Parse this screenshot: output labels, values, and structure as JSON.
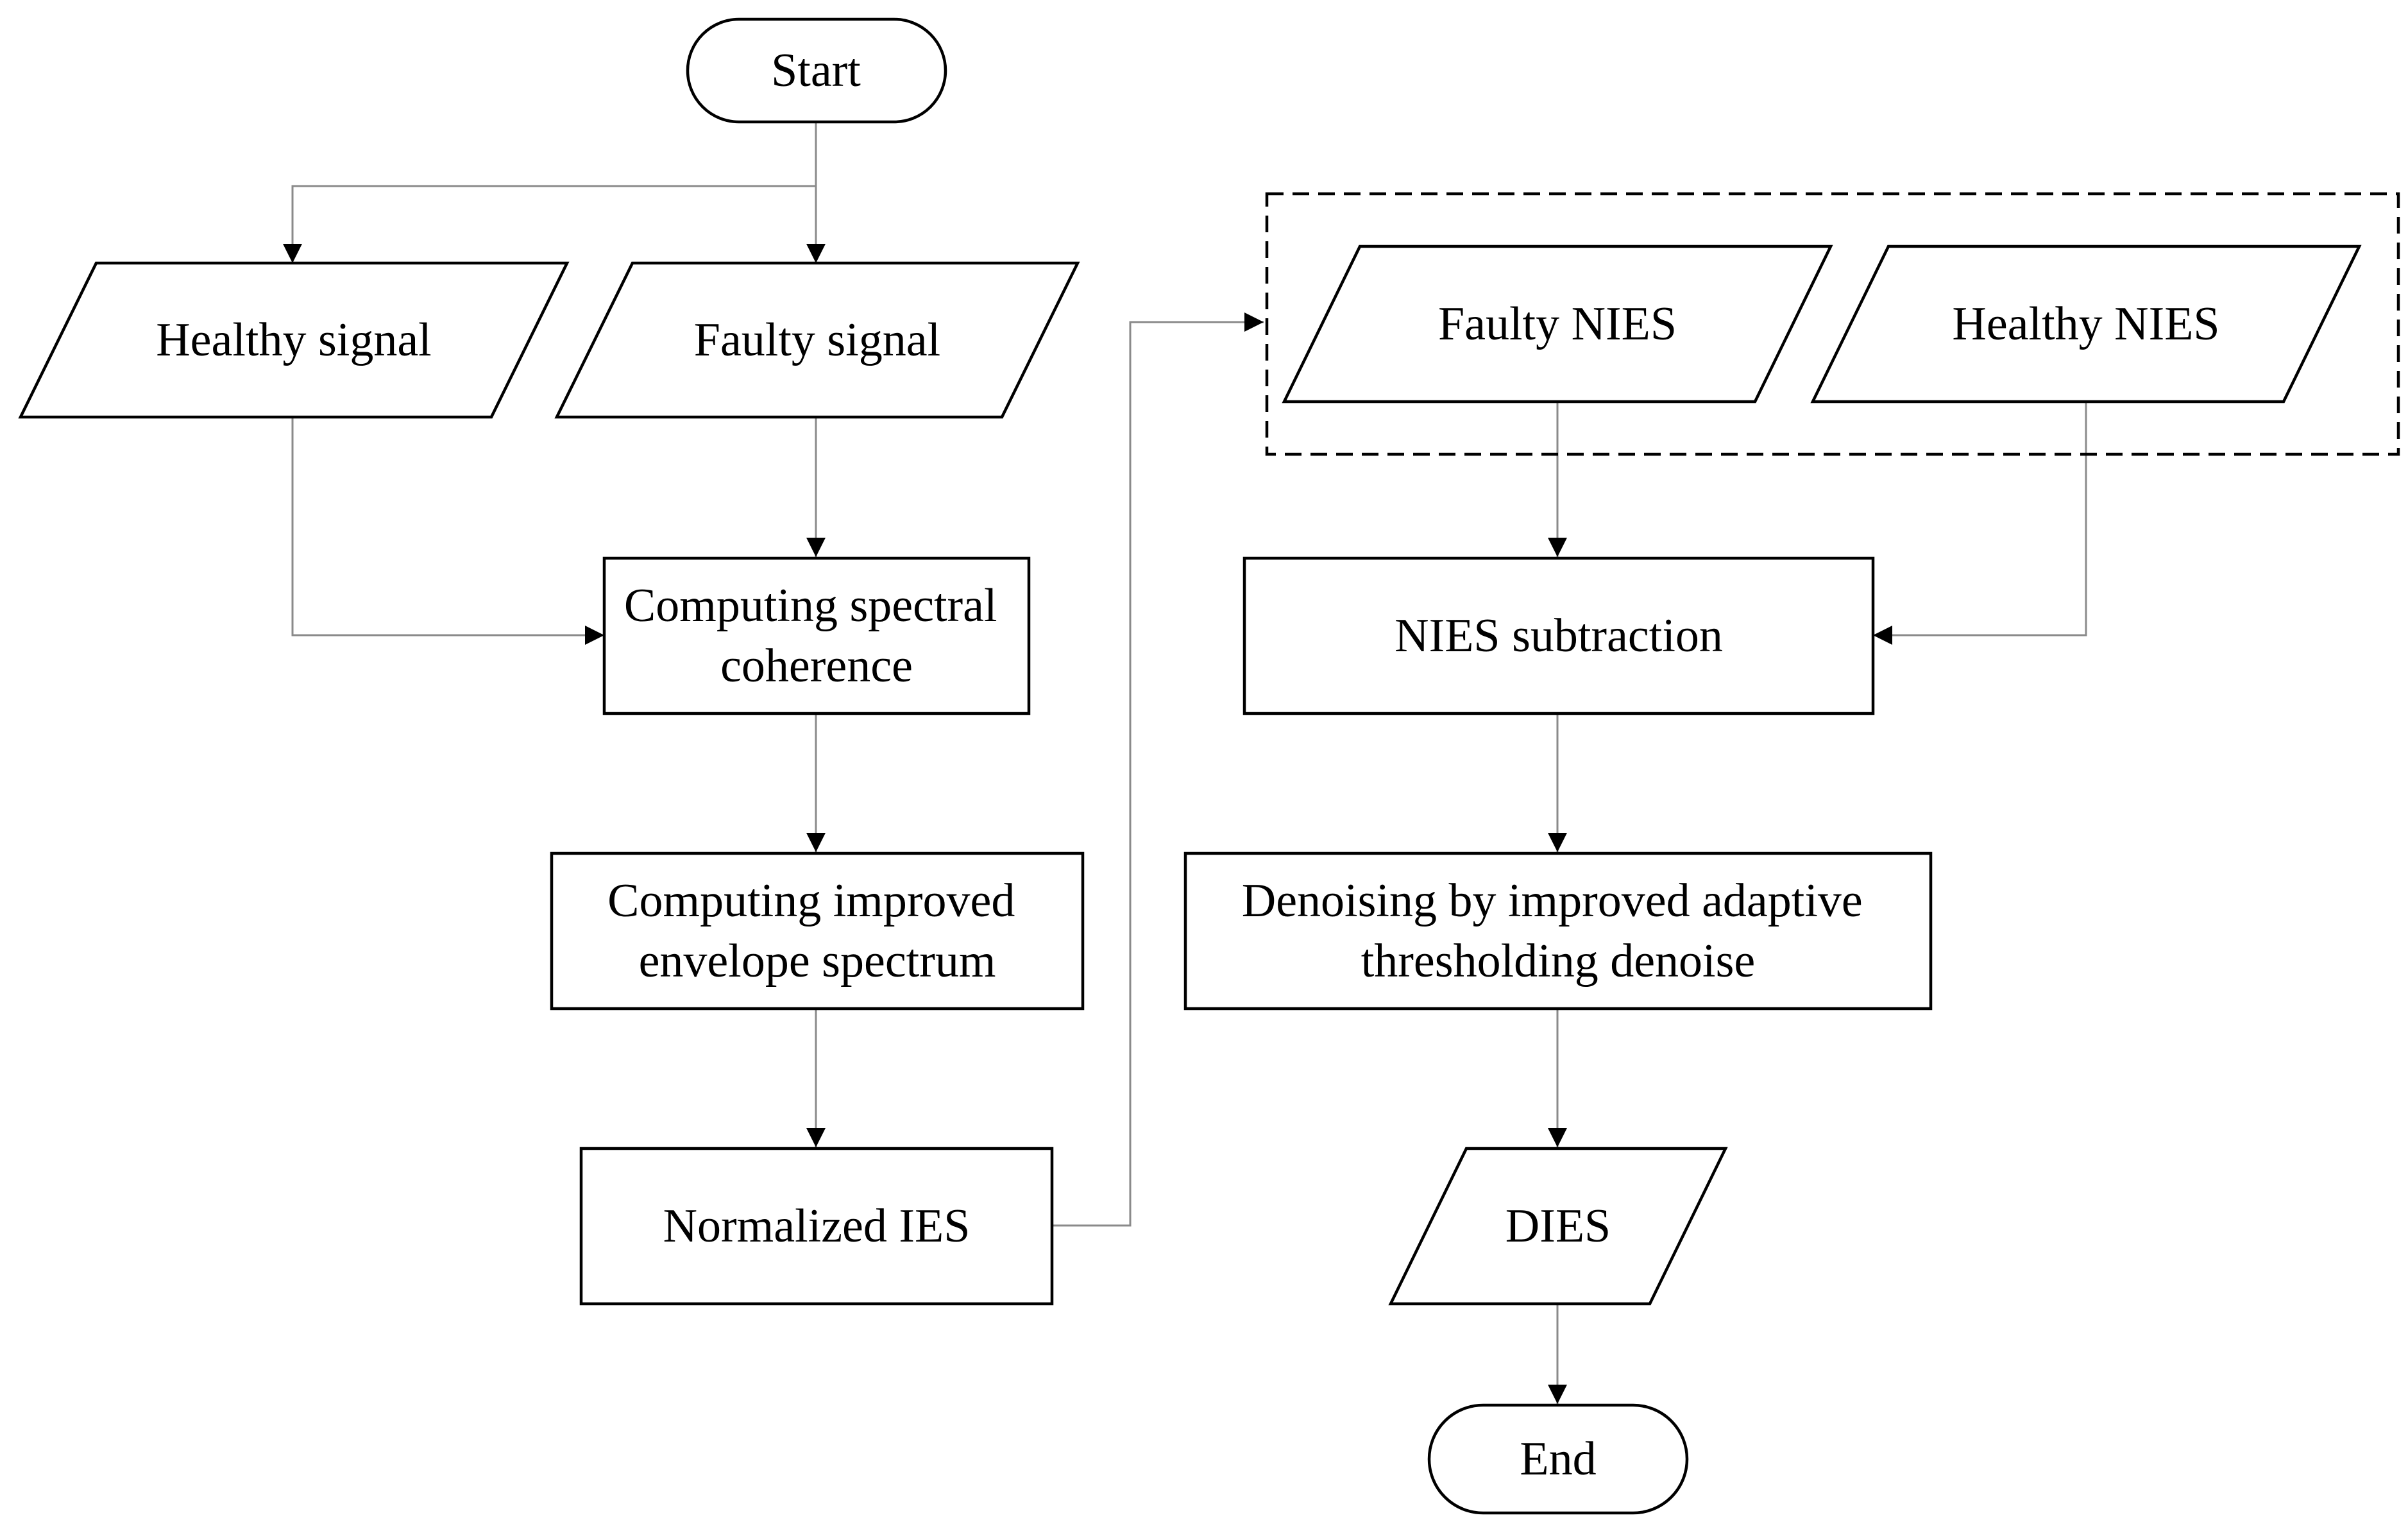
{
  "nodes": {
    "start": "Start",
    "healthy_signal": "Healthy signal",
    "faulty_signal": "Faulty signal",
    "spectral_coherence": [
      "Computing spectral",
      "coherence"
    ],
    "improved_envelope": [
      "Computing improved",
      "envelope spectrum"
    ],
    "normalized_ies": "Normalized IES",
    "faulty_nies": "Faulty NIES",
    "healthy_nies": "Healthy NIES",
    "nies_subtraction": "NIES subtraction",
    "denoising": [
      "Denoising by improved adaptive",
      "thresholding denoise"
    ],
    "dies": "DIES",
    "end": "End"
  }
}
